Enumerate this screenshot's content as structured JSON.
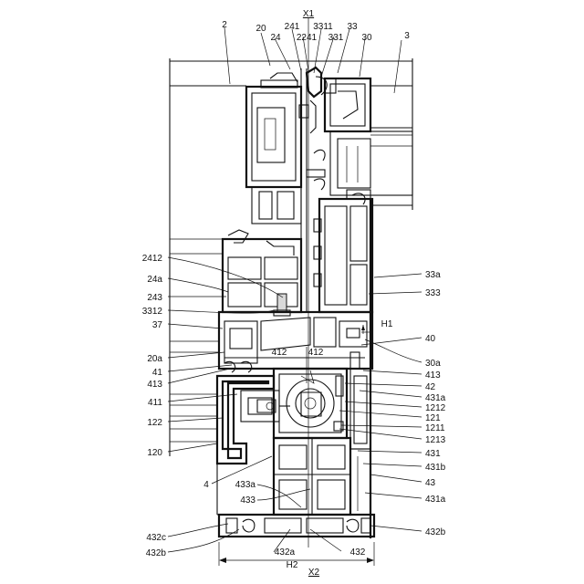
{
  "figure": {
    "axis_labels": {
      "top": "X1",
      "bottom": "X2"
    },
    "dimension_labels": {
      "height_mark": "H1",
      "width_mark": "H2"
    },
    "labels": {
      "l2": "2",
      "l20": "20",
      "l24": "24",
      "l241": "241",
      "l2241": "2241",
      "l3311": "3311",
      "l331": "331",
      "l33": "33",
      "l30": "30",
      "l3": "3",
      "l2412": "2412",
      "l24a": "24a",
      "l243": "243",
      "l3312": "3312",
      "l37": "37",
      "l20a": "20a",
      "l41": "41",
      "l413l": "413",
      "l411": "411",
      "l122": "122",
      "l120": "120",
      "l4": "4",
      "l433a": "433a",
      "l433": "433",
      "l432c": "432c",
      "l432b_l": "432b",
      "l412a": "412",
      "l412b": "412",
      "l432a": "432a",
      "l432": "432",
      "l33a": "33a",
      "l333": "333",
      "l40": "40",
      "l30a": "30a",
      "l413r": "413",
      "l42": "42",
      "l431a": "431a",
      "l1212": "1212",
      "l121": "121",
      "l1211": "1211",
      "l1213": "1213",
      "l431": "431",
      "l431b": "431b",
      "l43": "43",
      "l431a2": "431a",
      "l432b_r": "432b"
    }
  }
}
